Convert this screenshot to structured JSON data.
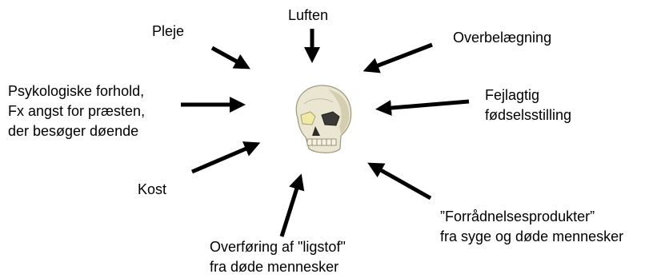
{
  "diagram": {
    "center_icon": "skull-icon",
    "colors": {
      "arrow": "#000000",
      "text": "#000000",
      "background": "#ffffff",
      "bone": "#eae6d2",
      "bone_shadow": "#c9c2a4"
    },
    "causes": [
      {
        "id": "luften",
        "lines": [
          "Luften"
        ]
      },
      {
        "id": "pleje",
        "lines": [
          "Pleje"
        ]
      },
      {
        "id": "overbelaegning",
        "lines": [
          "Overbelægning"
        ]
      },
      {
        "id": "psykologiske",
        "lines": [
          "Psykologiske forhold,",
          "Fx angst for præsten,",
          "der besøger døende"
        ]
      },
      {
        "id": "fejlagtig",
        "lines": [
          "Fejlagtig",
          "fødselsstilling"
        ]
      },
      {
        "id": "kost",
        "lines": [
          "Kost"
        ]
      },
      {
        "id": "forraadnelse",
        "lines": [
          "”Forrådnelsesprodukter”",
          "fra syge og døde mennesker"
        ]
      },
      {
        "id": "ligstof",
        "lines": [
          "Overføring af \"ligstof\"",
          "fra døde mennesker"
        ]
      }
    ]
  }
}
